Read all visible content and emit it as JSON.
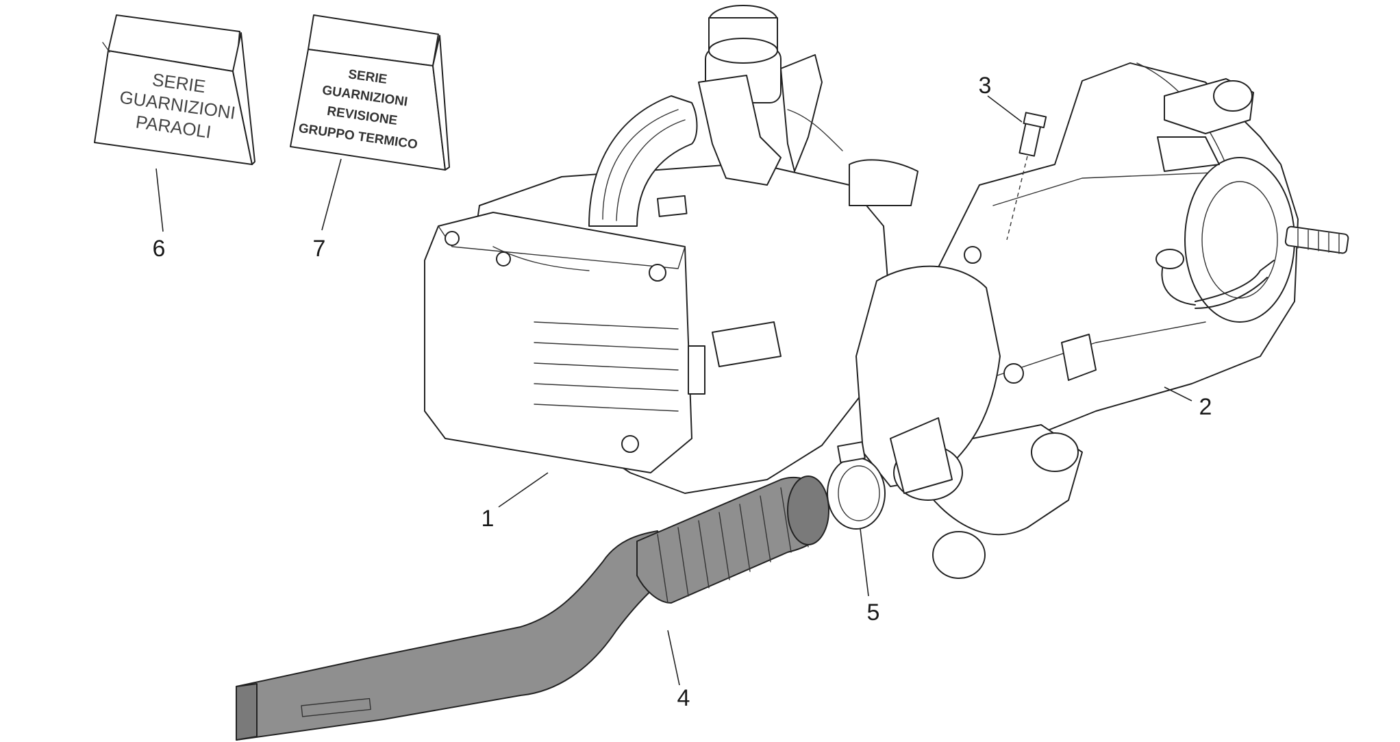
{
  "kits": {
    "seal_kit": {
      "lines": [
        "SERIE",
        "GUARNIZIONI",
        "PARAOLI"
      ]
    },
    "gasket_kit": {
      "lines": [
        "SERIE",
        "GUARNIZIONI",
        "REVISIONE",
        "GRUPPO TERMICO"
      ]
    }
  },
  "callouts": [
    {
      "id": "callout-1",
      "label": "1"
    },
    {
      "id": "callout-2",
      "label": "2"
    },
    {
      "id": "callout-3",
      "label": "3"
    },
    {
      "id": "callout-4",
      "label": "4"
    },
    {
      "id": "callout-5",
      "label": "5"
    },
    {
      "id": "callout-6",
      "label": "6"
    },
    {
      "id": "callout-7",
      "label": "7"
    }
  ],
  "colors": {
    "line": "#222222",
    "rubber_part": "#8f8f8f",
    "background": "#ffffff"
  }
}
